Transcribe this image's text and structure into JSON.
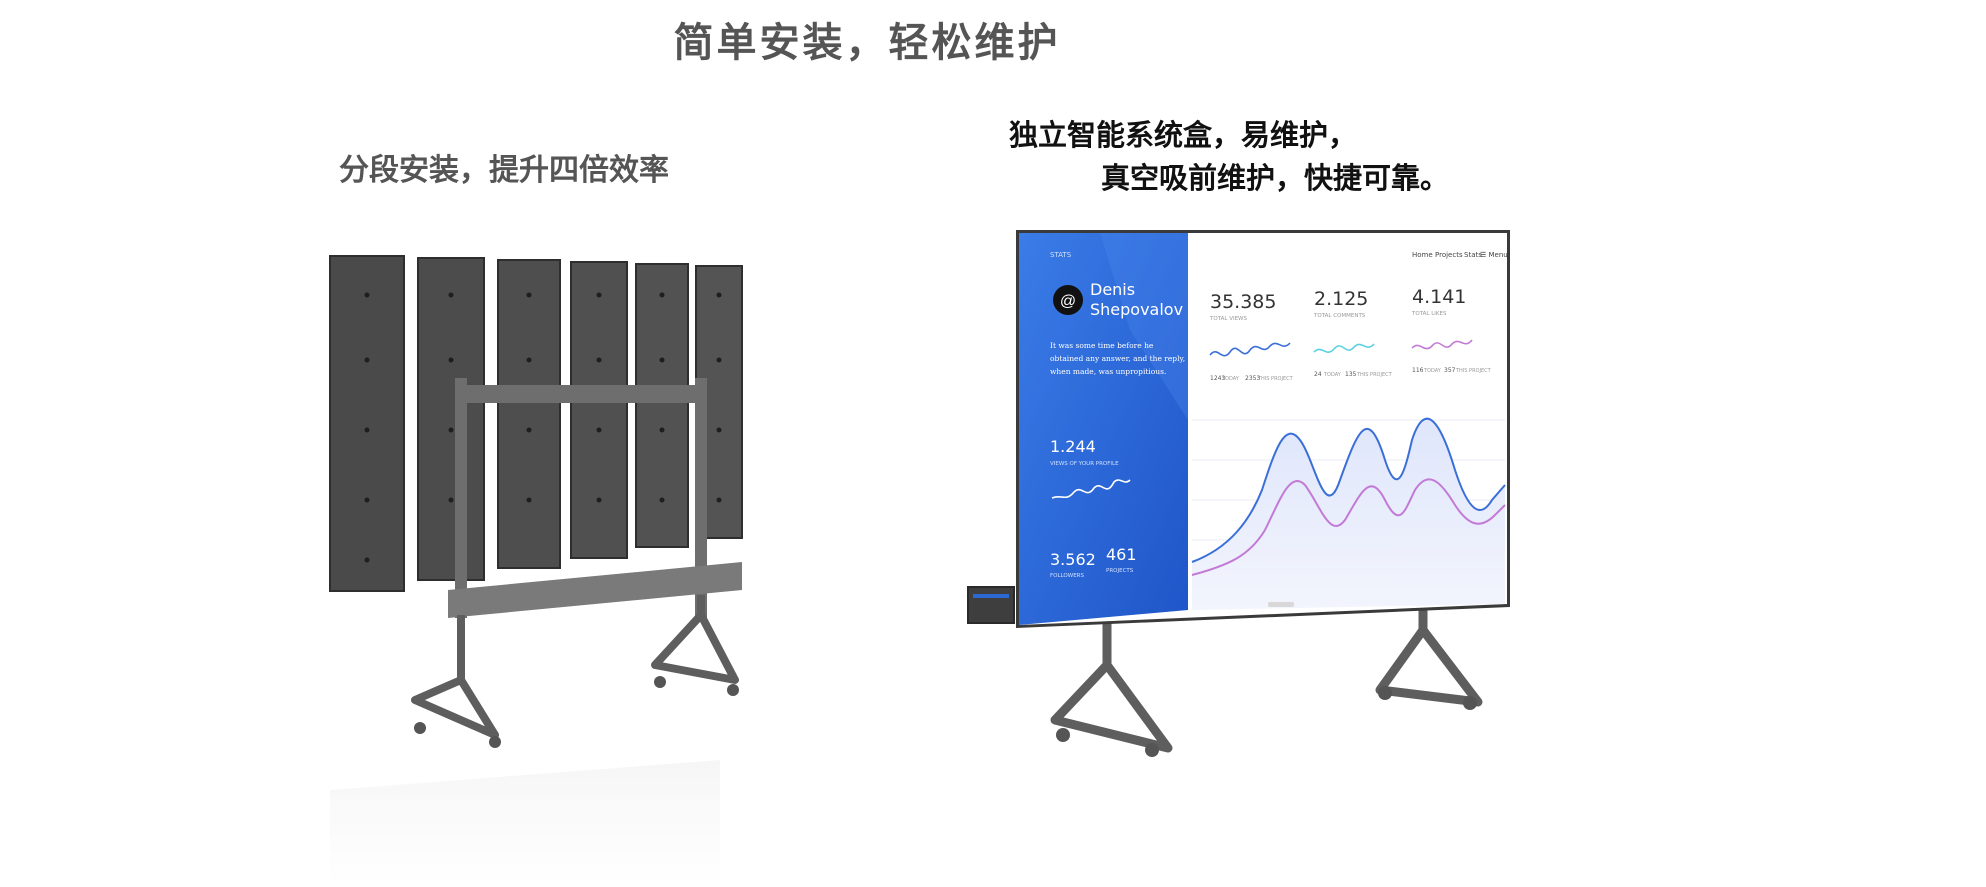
{
  "heading": {
    "title": "简单安装，轻松维护",
    "left_caption": "分段安装，提升四倍效率",
    "right_caption_line1": "独立智能系统盒，易维护，",
    "right_caption_line2": "真空吸前维护，快捷可靠。"
  },
  "screen_ui": {
    "brand": "STATS",
    "nav": [
      "Home",
      "Projects",
      "Stats",
      "☰ Menu"
    ],
    "profile_first": "Denis",
    "profile_last": "Shepovalov",
    "quote": [
      "It was some time before he",
      "obtained any answer, and the reply,",
      "when made, was unpropitious."
    ],
    "views_value": "1.244",
    "views_label": "VIEWS OF YOUR PROFILE",
    "followers_value": "3.562",
    "followers_label": "FOLLOWERS",
    "projects_value": "461",
    "projects_label": "PROJECTS",
    "stats": [
      {
        "value": "35.385",
        "label": "TOTAL VIEWS",
        "sub_a": "1243",
        "sub_a_label": "TODAY",
        "sub_b": "2353",
        "sub_b_label": "THIS PROJECT"
      },
      {
        "value": "2.125",
        "label": "TOTAL COMMENTS",
        "sub_a": "24",
        "sub_a_label": "TODAY",
        "sub_b": "135",
        "sub_b_label": "THIS PROJECT"
      },
      {
        "value": "4.141",
        "label": "TOTAL LIKES",
        "sub_a": "116",
        "sub_a_label": "TODAY",
        "sub_b": "357",
        "sub_b_label": "THIS PROJECT"
      }
    ]
  },
  "colors": {
    "title_gray": "#555555",
    "caption_dark": "#111111",
    "panel_dark": "#4a4a4a",
    "stand_gray": "#6e6e6e",
    "screen_blue": "#2f6fe0",
    "line_blue": "#3b6fd8",
    "line_purple": "#c27ad6",
    "line_cyan": "#5bd0e0"
  }
}
